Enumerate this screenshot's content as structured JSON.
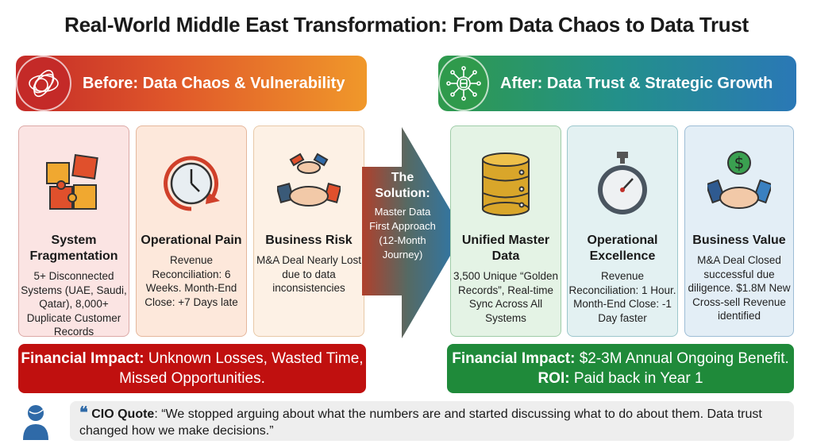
{
  "title": "Real-World Middle East Transformation: From Data Chaos to Data Trust",
  "before": {
    "banner": "Before: Data Chaos & Vulnerability",
    "cards": [
      {
        "title": "System Fragmentation",
        "body": "5+ Disconnected Systems (UAE, Saudi, Qatar), 8,000+ Duplicate Customer Records",
        "icon": "puzzle-icon"
      },
      {
        "title": "Operational Pain",
        "body": "Revenue Reconciliation: 6 Weeks. Month-End Close: +7 Days late",
        "icon": "clock-icon"
      },
      {
        "title": "Business Risk",
        "body": "M&A Deal Nearly Lost due to data inconsistencies",
        "icon": "broken-handshake-icon"
      }
    ],
    "financial_label": "Financial Impact:",
    "financial_text": " Unknown Losses, Wasted Time, Missed Opportunities."
  },
  "solution": {
    "title": "The Solution:",
    "body": "Master Data First Approach (12-Month Journey)"
  },
  "after": {
    "banner": "After: Data Trust & Strategic Growth",
    "cards": [
      {
        "title": "Unified Master Data",
        "body": "3,500 Unique “Golden Records”, Real-time Sync Across All Systems",
        "icon": "database-icon"
      },
      {
        "title": "Operational Excellence",
        "body": "Revenue Reconciliation: 1 Hour. Month-End Close: -1 Day faster",
        "icon": "stopwatch-icon"
      },
      {
        "title": "Business Value",
        "body": "M&A Deal Closed successful due diligence. $1.8M New Cross-sell Revenue identified",
        "icon": "handshake-dollar-icon"
      }
    ],
    "financial_label": "Financial Impact:",
    "financial_text": " $2-3M Annual Ongoing Benefit. ",
    "roi_label": "ROI:",
    "roi_text": " Paid back in Year 1"
  },
  "quote": {
    "label": "CIO Quote",
    "text": ": “We stopped arguing about what the numbers are and started discussing what to do about them. Data trust changed how we make decisions.”"
  },
  "colors": {
    "red": "#c0100f",
    "green": "#1f8a3a",
    "orange": "#f0982a",
    "blue": "#2a78b6"
  }
}
